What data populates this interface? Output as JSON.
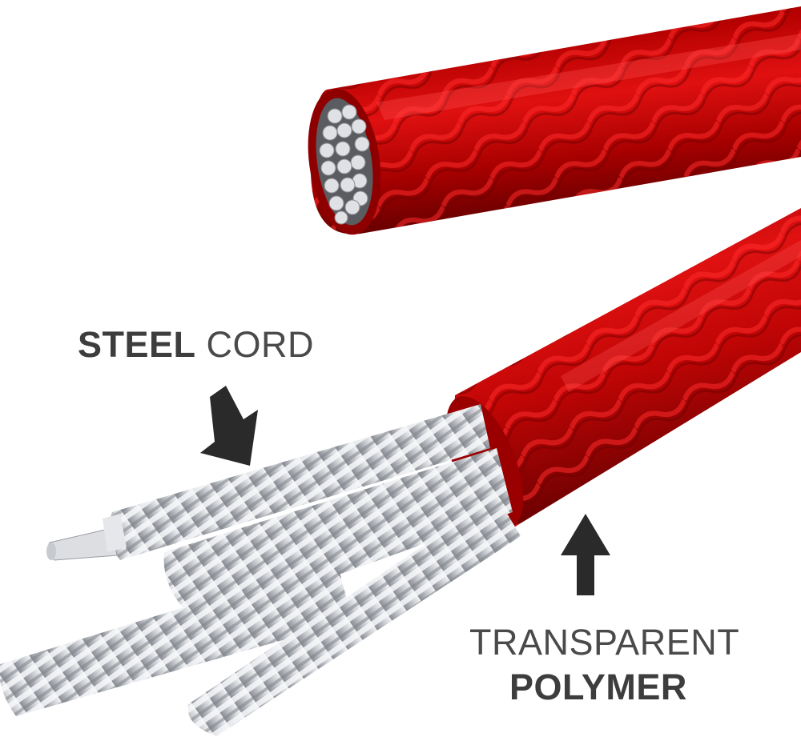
{
  "labels": {
    "steel_bold": "STEEL",
    "steel_light": " CORD",
    "polymer_line1": "TRANSPARENT",
    "polymer_line2": "POLYMER"
  },
  "colors": {
    "polymer_red": "#d10a0a",
    "polymer_dark": "#7a0000",
    "polymer_highlight": "#ff3b3b",
    "steel_light": "#e9eaec",
    "steel_mid": "#b9bcc2",
    "steel_dark": "#7d8088",
    "text_dark": "#3d3d3d",
    "arrow": "#2a2a2a"
  }
}
